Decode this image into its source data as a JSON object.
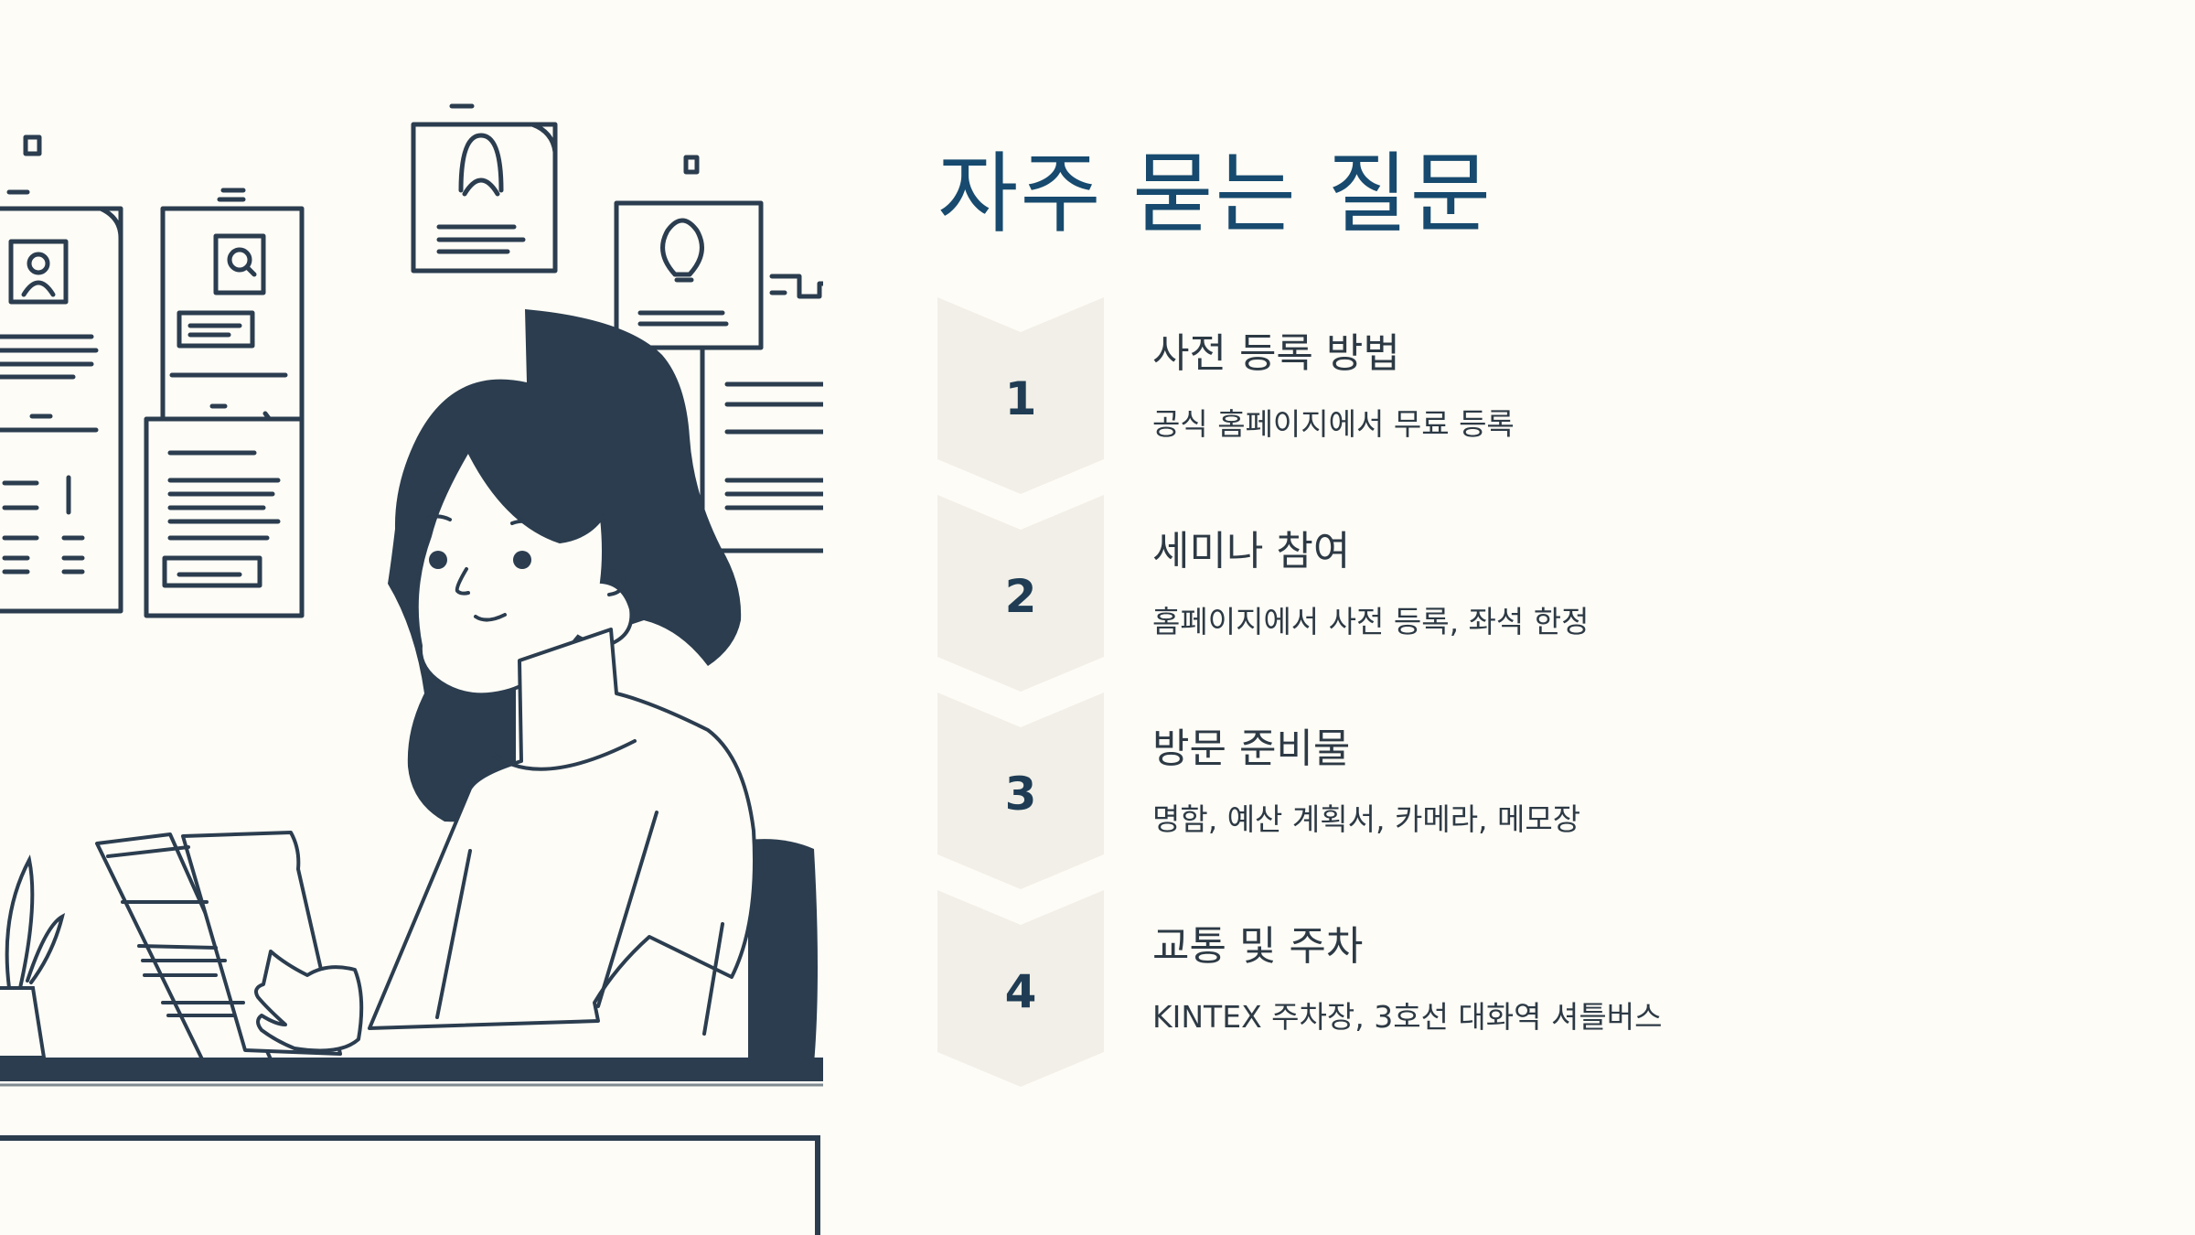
{
  "title": "자주 묻는 질문",
  "colors": {
    "background": "#fefcf6",
    "title": "#174a6e",
    "chevron": "#f1efe7",
    "ink": "#2b3d4f"
  },
  "steps": [
    {
      "number": "1",
      "title": "사전 등록 방법",
      "description": "공식 홈페이지에서 무료 등록"
    },
    {
      "number": "2",
      "title": "세미나 참여",
      "description": "홈페이지에서 사전 등록, 좌석 한정"
    },
    {
      "number": "3",
      "title": "방문 준비물",
      "description": "명함, 예산 계획서, 카메라, 메모장"
    },
    {
      "number": "4",
      "title": "교통 및 주차",
      "description": "KINTEX 주차장, 3호선 대화역 셔틀버스"
    }
  ]
}
